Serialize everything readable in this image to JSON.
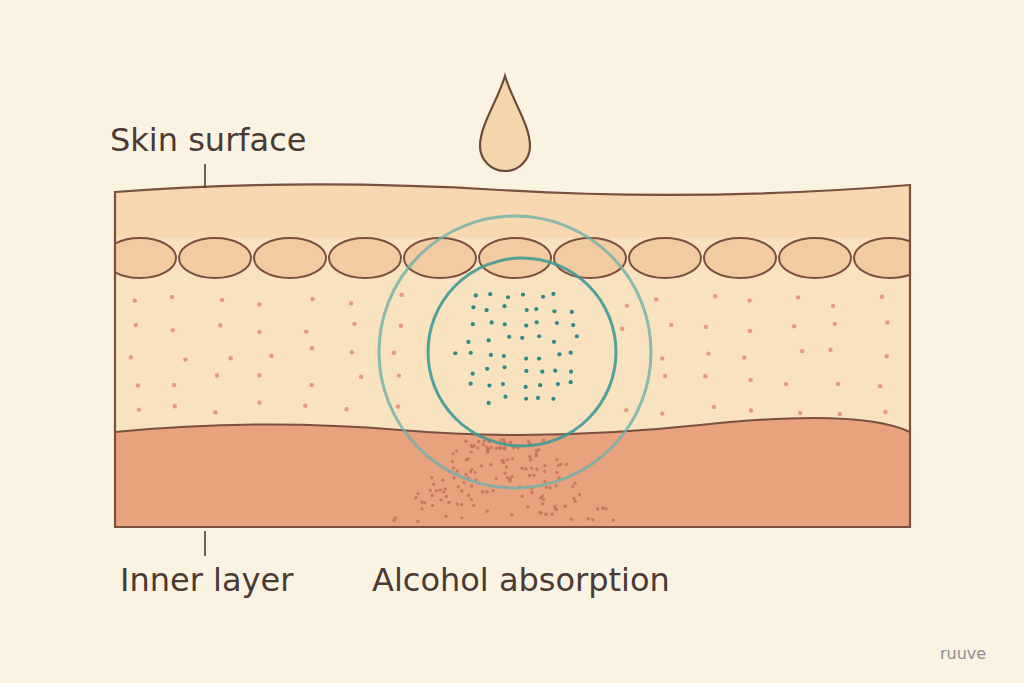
{
  "diagram": {
    "labels": [
      "Skin surface",
      "Inner layer",
      "Alcohol absorption",
      "ruuve"
    ]
  }
}
